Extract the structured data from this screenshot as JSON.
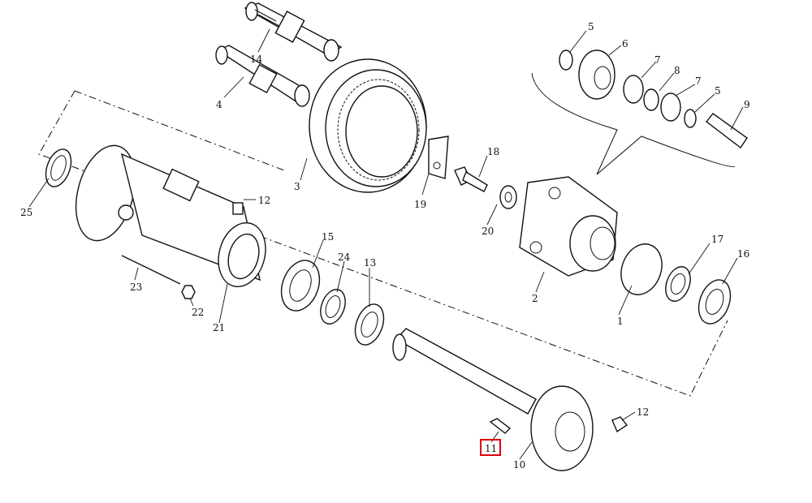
{
  "diagram": {
    "callouts": [
      "1",
      "2",
      "3",
      "4",
      "5",
      "5",
      "6",
      "7",
      "7",
      "8",
      "9",
      "10",
      "11",
      "12",
      "12",
      "13",
      "14",
      "15",
      "16",
      "17",
      "18",
      "19",
      "20",
      "21",
      "22",
      "23",
      "24",
      "25"
    ],
    "highlighted_callout": "11",
    "highlight_color": "#e0000f",
    "line_color": "#111111",
    "background": "#ffffff"
  }
}
